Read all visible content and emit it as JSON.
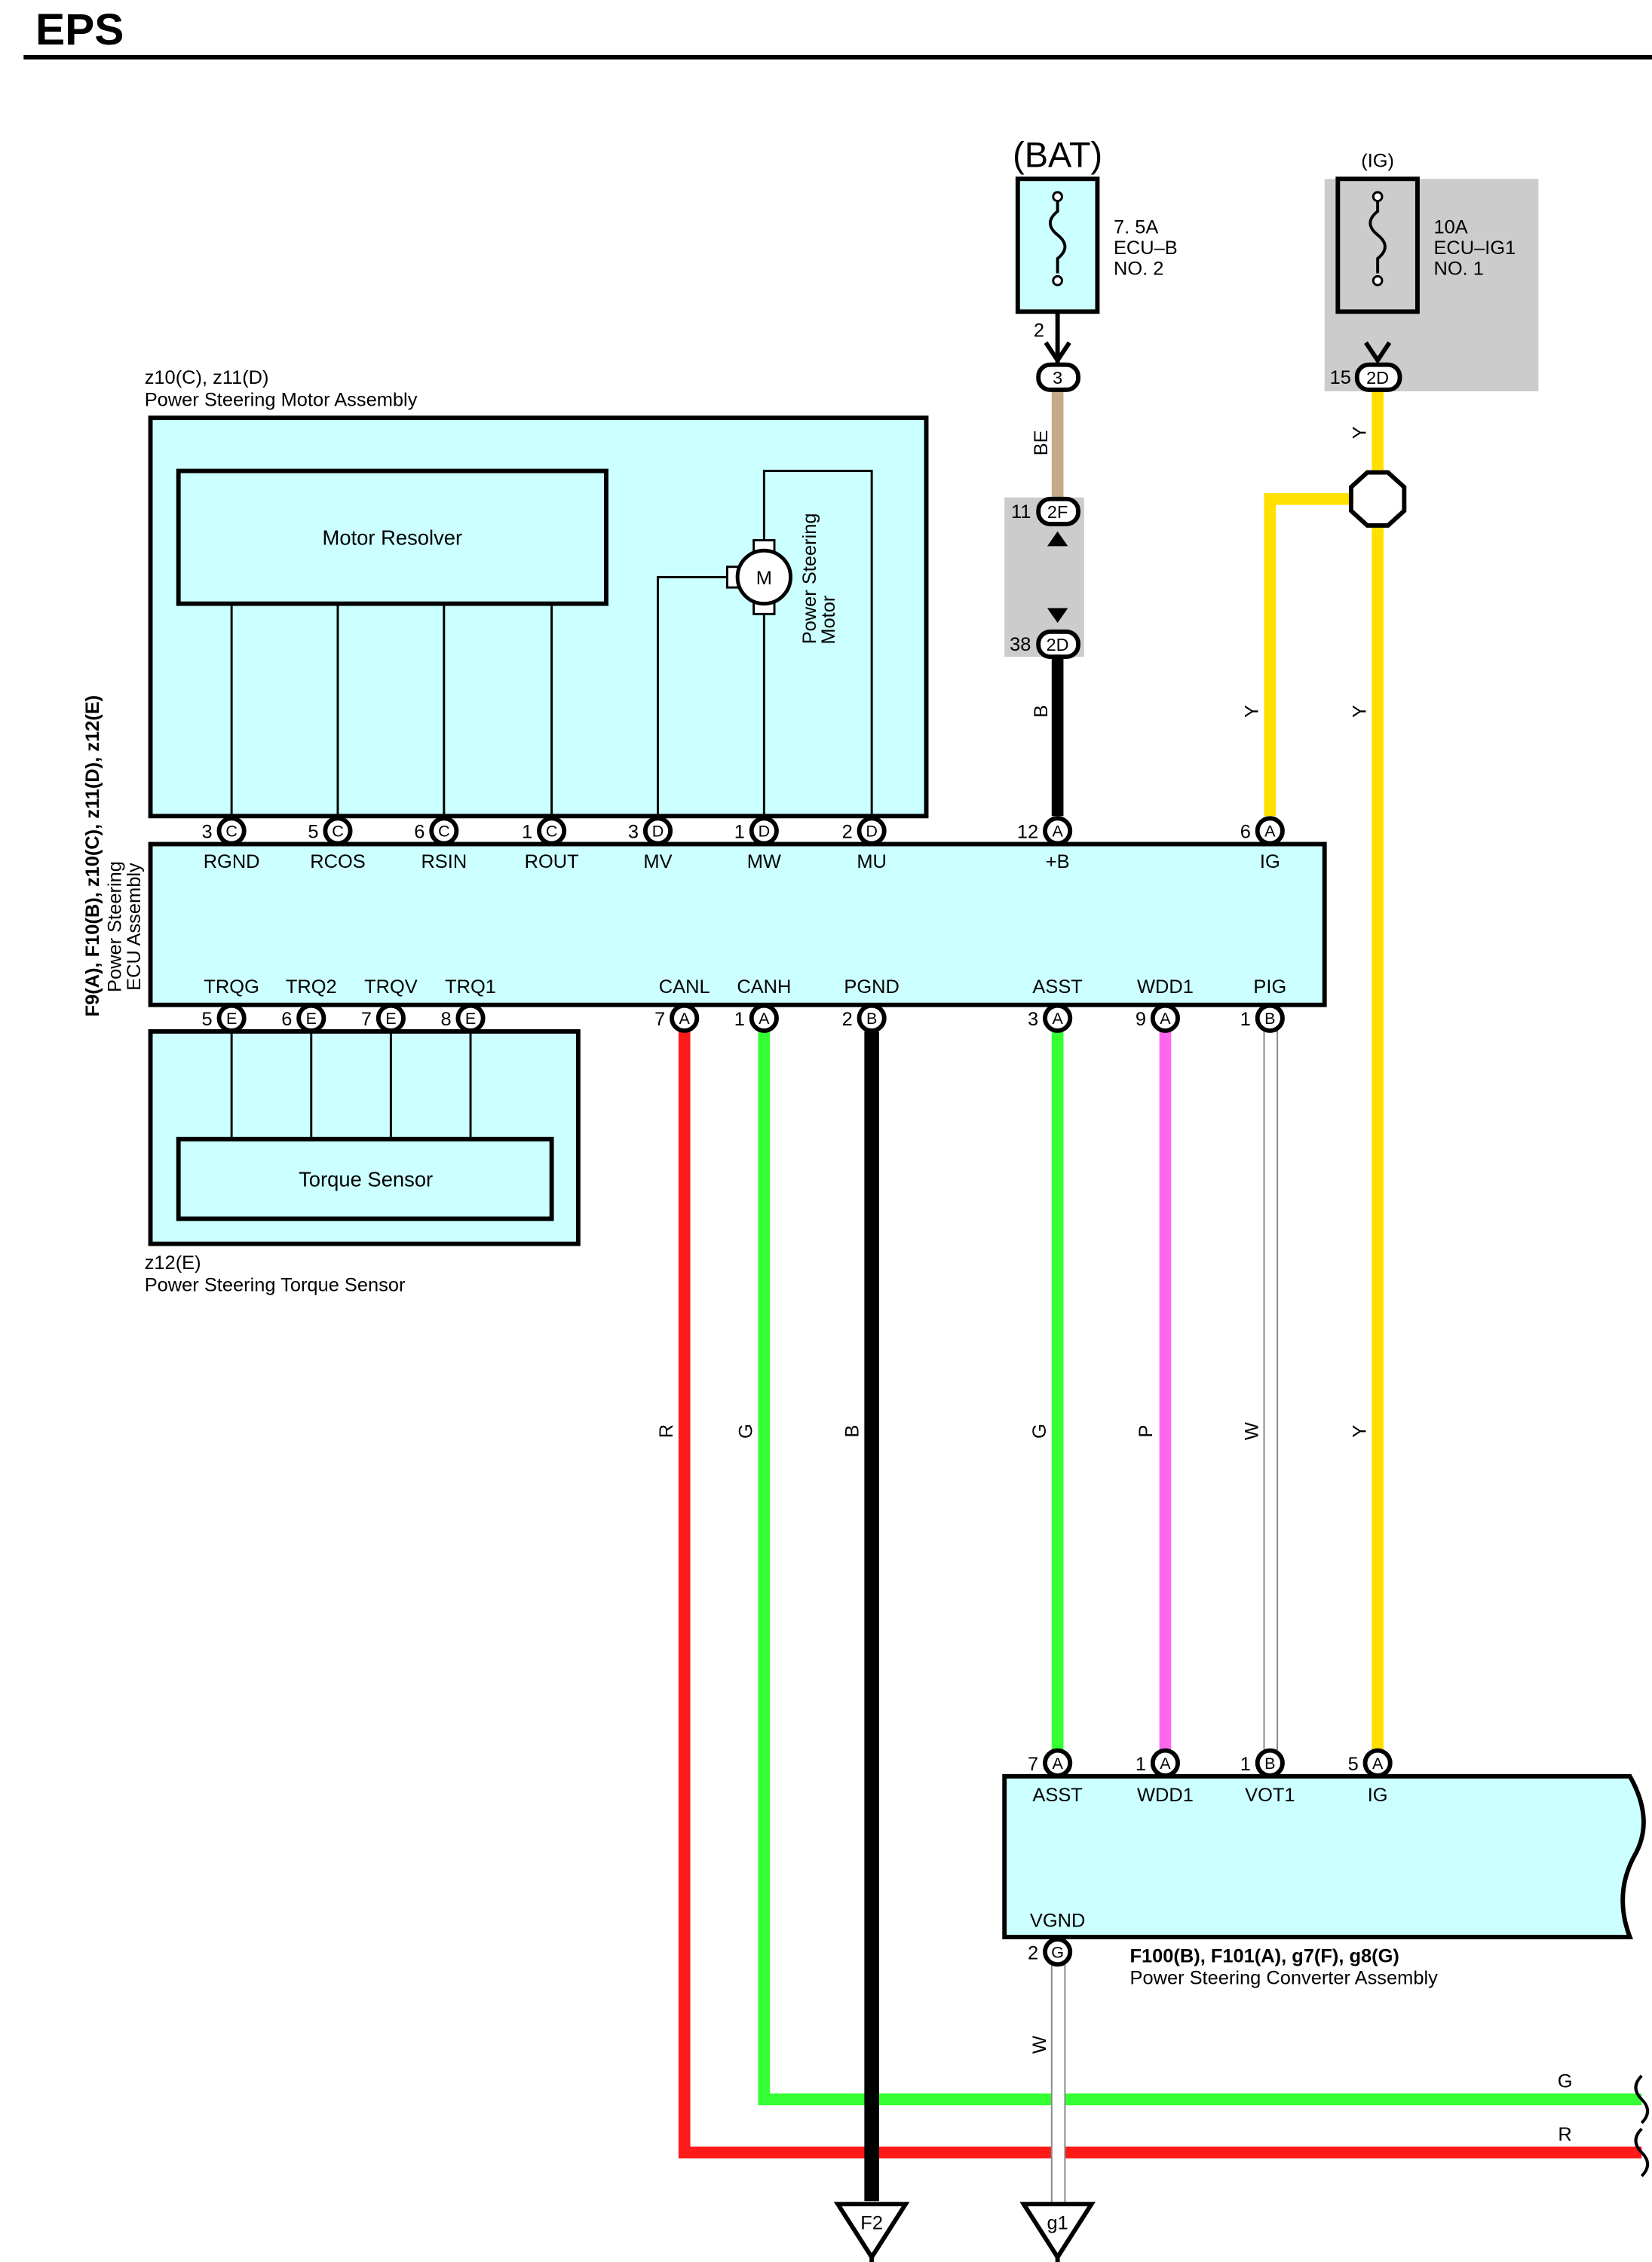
{
  "title": "EPS",
  "colors": {
    "box_fill": "#ccffff",
    "gray_fill": "#cccccc",
    "yellow": "#ffe000",
    "red": "#ff1a1a",
    "green": "#33ff33",
    "pink": "#ff66ee",
    "black": "#000000",
    "tan": "#c4aa88",
    "white_wire": "#ffffff"
  },
  "fuses": {
    "bat": {
      "source": "(BAT)",
      "line1": "7. 5A",
      "line2": "ECU–B",
      "line3": "NO. 2",
      "pin": "2",
      "conn_pin": "3"
    },
    "ig": {
      "source": "(IG)",
      "line1": "10A",
      "line2": "ECU–IG1",
      "line3": "NO. 1",
      "pin": "15",
      "conn": "2D"
    }
  },
  "junction": {
    "top_pin": "11",
    "top_conn": "2F",
    "bottom_pin": "38",
    "bottom_conn": "2D"
  },
  "motor_assembly": {
    "ids": "z10(C), z11(D)",
    "name": "Power Steering Motor Assembly",
    "resolver": "Motor Resolver",
    "motor_symbol": "M",
    "motor_label_1": "Power Steering",
    "motor_label_2": "Motor"
  },
  "ecu": {
    "ids": "F9(A), F10(B), z10(C), z11(D), z12(E)",
    "name_1": "Power Steering",
    "name_2": "ECU Assembly",
    "top_pins": [
      {
        "num": "3",
        "conn": "C",
        "label": "RGND"
      },
      {
        "num": "5",
        "conn": "C",
        "label": "RCOS"
      },
      {
        "num": "6",
        "conn": "C",
        "label": "RSIN"
      },
      {
        "num": "1",
        "conn": "C",
        "label": "ROUT"
      },
      {
        "num": "3",
        "conn": "D",
        "label": "MV"
      },
      {
        "num": "1",
        "conn": "D",
        "label": "MW"
      },
      {
        "num": "2",
        "conn": "D",
        "label": "MU"
      },
      {
        "num": "12",
        "conn": "A",
        "label": "+B"
      },
      {
        "num": "6",
        "conn": "A",
        "label": "IG"
      }
    ],
    "bottom_pins": [
      {
        "num": "5",
        "conn": "E",
        "label": "TRQG"
      },
      {
        "num": "6",
        "conn": "E",
        "label": "TRQ2"
      },
      {
        "num": "7",
        "conn": "E",
        "label": "TRQV"
      },
      {
        "num": "8",
        "conn": "E",
        "label": "TRQ1"
      },
      {
        "num": "7",
        "conn": "A",
        "label": "CANL"
      },
      {
        "num": "1",
        "conn": "A",
        "label": "CANH"
      },
      {
        "num": "2",
        "conn": "B",
        "label": "PGND"
      },
      {
        "num": "3",
        "conn": "A",
        "label": "ASST"
      },
      {
        "num": "9",
        "conn": "A",
        "label": "WDD1"
      },
      {
        "num": "1",
        "conn": "B",
        "label": "PIG"
      }
    ]
  },
  "torque_sensor": {
    "ids": "z12(E)",
    "name": "Power Steering Torque Sensor",
    "inner": "Torque Sensor"
  },
  "converter": {
    "ids": "F100(B), F101(A), g7(F), g8(G)",
    "name": "Power Steering Converter Assembly",
    "top_pins": [
      {
        "num": "7",
        "conn": "A",
        "label": "ASST"
      },
      {
        "num": "1",
        "conn": "A",
        "label": "WDD1"
      },
      {
        "num": "1",
        "conn": "B",
        "label": "VOT1"
      },
      {
        "num": "5",
        "conn": "A",
        "label": "IG"
      }
    ],
    "bottom_pin": {
      "num": "2",
      "conn": "G",
      "label": "VGND"
    }
  },
  "wire_colors": {
    "be": "BE",
    "b_top": "B",
    "y_top": "Y",
    "y_branch": "Y",
    "y_main": "Y",
    "r": "R",
    "g_canh": "G",
    "b_pgnd": "B",
    "g_asst": "G",
    "p": "P",
    "w": "W",
    "y_lower": "Y",
    "w_vgnd": "W",
    "g_out": "G",
    "r_out": "R"
  },
  "grounds": {
    "f2": "F2",
    "g1": "g1"
  }
}
